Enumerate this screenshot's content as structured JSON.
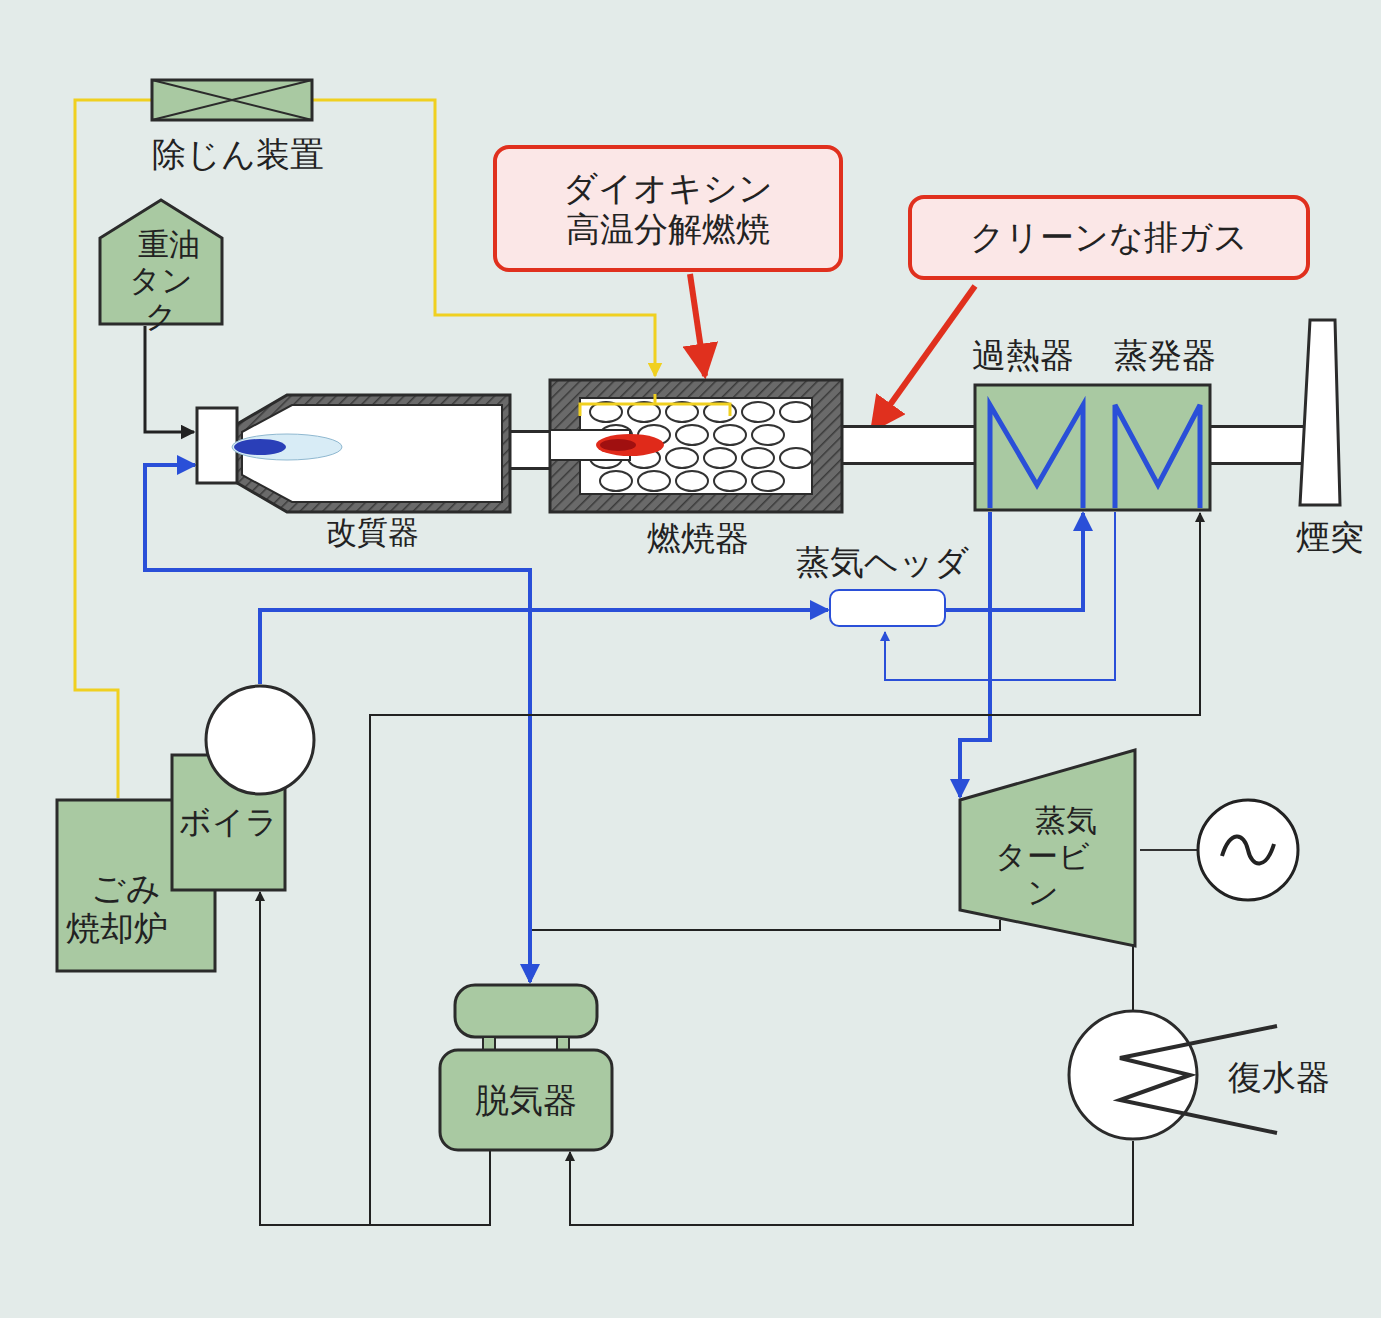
{
  "diagram": {
    "nodes": [
      {
        "text": [
          "除じん装置"
        ]
      },
      {
        "text": [
          "重油タンク"
        ]
      },
      {
        "text": [
          "改質器"
        ]
      },
      {
        "text": [
          "燃焼器"
        ]
      },
      {
        "text": [
          "ダイオキシン 高温分解燃焼"
        ]
      },
      {
        "text": [
          "クリーンな排ガス"
        ]
      },
      {
        "text": [
          "過熱器",
          "蒸発器"
        ]
      },
      {
        "text": [
          "煙突"
        ]
      },
      {
        "text": [
          "蒸気ヘッダ"
        ]
      },
      {
        "text": [
          "ごみ焼却炉"
        ]
      },
      {
        "text": [
          "ボイラ"
        ]
      },
      {
        "text": [
          "蒸気タービン"
        ]
      },
      {
        "text": [
          "脱気器"
        ]
      },
      {
        "text": [
          "復水器"
        ]
      }
    ],
    "edges": [
      {
        "from": 1,
        "to": 2,
        "arrow": "to"
      },
      {
        "from": 9,
        "to": 0,
        "arrow": "none"
      },
      {
        "from": 0,
        "to": 3,
        "arrow": "to"
      },
      {
        "from": 2,
        "to": 3,
        "arrow": "none"
      },
      {
        "from": 3,
        "to": 6,
        "arrow": "none"
      },
      {
        "from": 6,
        "to": 7,
        "arrow": "none"
      },
      {
        "from": 10,
        "to": 8,
        "arrow": "to"
      },
      {
        "from": 8,
        "to": 6,
        "arrow": "to"
      },
      {
        "from": 6,
        "to": 8,
        "arrow": "to"
      },
      {
        "from": 6,
        "to": 11,
        "arrow": "to"
      },
      {
        "from": 11,
        "to": 12,
        "arrow": "to"
      },
      {
        "from": 2,
        "to": 12,
        "arrow": "both"
      },
      {
        "from": 11,
        "to": 13,
        "arrow": "none"
      },
      {
        "from": 13,
        "to": 12,
        "arrow": "to"
      },
      {
        "from": 12,
        "to": 10,
        "arrow": "to"
      },
      {
        "from": 12,
        "to": 6,
        "arrow": "to"
      },
      {
        "from": 4,
        "to": 3,
        "arrow": "to"
      }
    ]
  }
}
